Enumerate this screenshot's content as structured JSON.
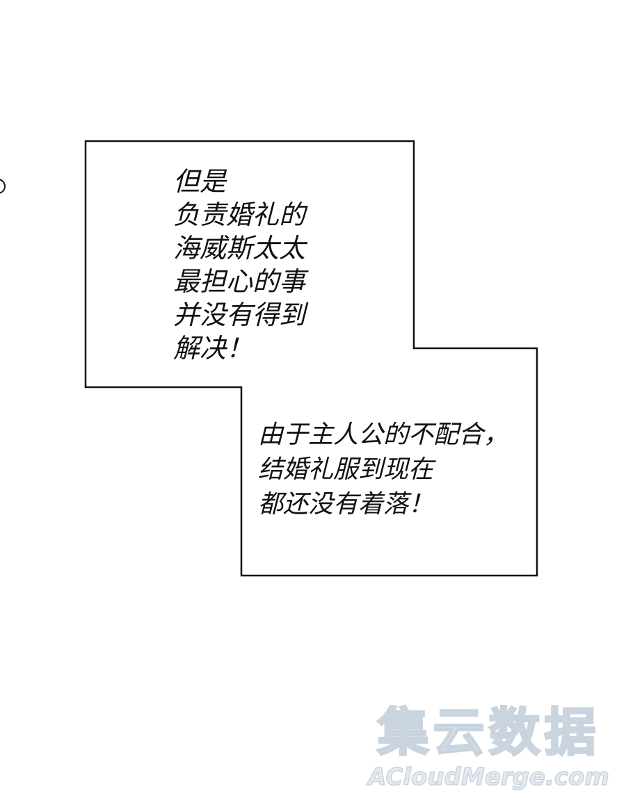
{
  "captions": {
    "top": {
      "lines": [
        "但是",
        "负责婚礼的",
        "海威斯太太",
        "最担心的事",
        "并没有得到",
        "解决！"
      ]
    },
    "bottom": {
      "lines": [
        "由于主人公的不配合，",
        "结婚礼服到现在",
        "都还没有着落！"
      ]
    }
  },
  "watermark": {
    "chinese": "集云数据",
    "latin": "ACloudMerge.com"
  },
  "colors": {
    "background": "#ffffff",
    "border": "#111111",
    "text": "#111111",
    "watermark_fill": "#e3e9ef",
    "watermark_stroke": "#c9d4de"
  }
}
